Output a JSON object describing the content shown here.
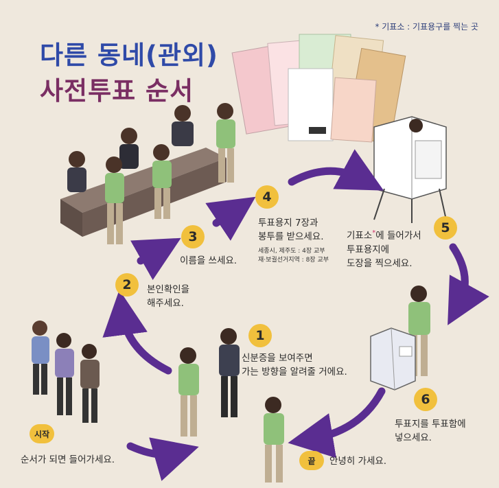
{
  "note": "* 기표소 : 기표용구를 찍는 곳",
  "title": {
    "line1": "다른 동네(관외)",
    "line2": "사전투표 순서"
  },
  "steps": [
    {
      "badge": "시작",
      "text": "순서가 되면 들어가세요."
    },
    {
      "badge": "1",
      "text_line1": "신분증을 보여주면",
      "text_line2": "가는 방향을 알려줄 거에요."
    },
    {
      "badge": "2",
      "text_line1": "본인확인을",
      "text_line2": "해주세요."
    },
    {
      "badge": "3",
      "text": "이름을 쓰세요."
    },
    {
      "badge": "4",
      "text_line1": "투표용지 7장과",
      "text_line2": "봉투를 받으세요.",
      "sub1": "세종시, 제주도 : 4장 교부",
      "sub2": "재·보궐선거지역 : 8장 교부"
    },
    {
      "badge": "5",
      "text_line1a": "기표소",
      "asterisk": "*",
      "text_line1b": "에 들어가서",
      "text_line2": "투표용지에",
      "text_line3": "도장을 찍으세요."
    },
    {
      "badge": "6",
      "text_line1": "투표지를 투표함에",
      "text_line2": "넣으세요."
    },
    {
      "badge": "끝",
      "text": "안녕히 가세요."
    }
  ],
  "colors": {
    "title_blue": "#2f4aa8",
    "title_purple": "#7a2e63",
    "arrow": "#5a2d91",
    "badge": "#f1c03d",
    "background": "#efe8dd"
  }
}
